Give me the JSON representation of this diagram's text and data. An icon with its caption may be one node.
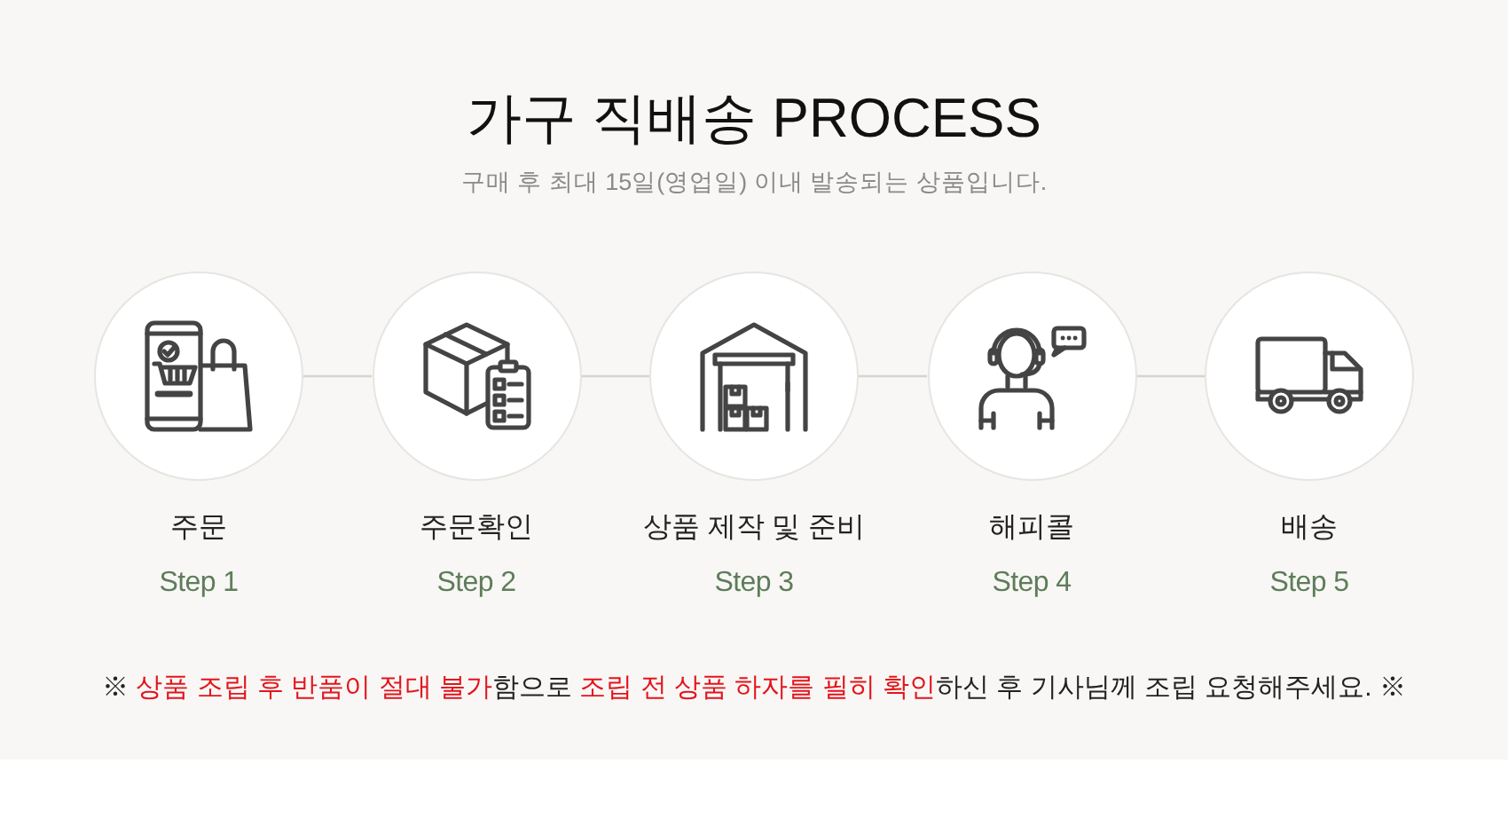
{
  "diagram": {
    "title": "가구 직배송 PROCESS",
    "nodes": [
      {
        "text": [
          "주문",
          "Step 1"
        ]
      },
      {
        "text": [
          "주문확인",
          "Step 2"
        ]
      },
      {
        "text": [
          "상품 제작 및 준비",
          "Step 3"
        ]
      },
      {
        "text": [
          "해피콜",
          "Step 4"
        ]
      },
      {
        "text": [
          "배송",
          "Step 5"
        ]
      }
    ],
    "edges": [
      {
        "from": 0,
        "to": 1,
        "arrow": "none"
      },
      {
        "from": 1,
        "to": 2,
        "arrow": "none"
      },
      {
        "from": 2,
        "to": 3,
        "arrow": "none"
      },
      {
        "from": 3,
        "to": 4,
        "arrow": "none"
      }
    ],
    "labels": [
      "구매 후 최대 15일(영업일) 이내 발송되는 상품입니다.",
      "※ **상품 조립 후 반품이 절대 불가**함으로 **조립 전 상품 하자를 필히 확인**하신 후 기사님께 조립 요청해주세요. ※"
    ]
  }
}
